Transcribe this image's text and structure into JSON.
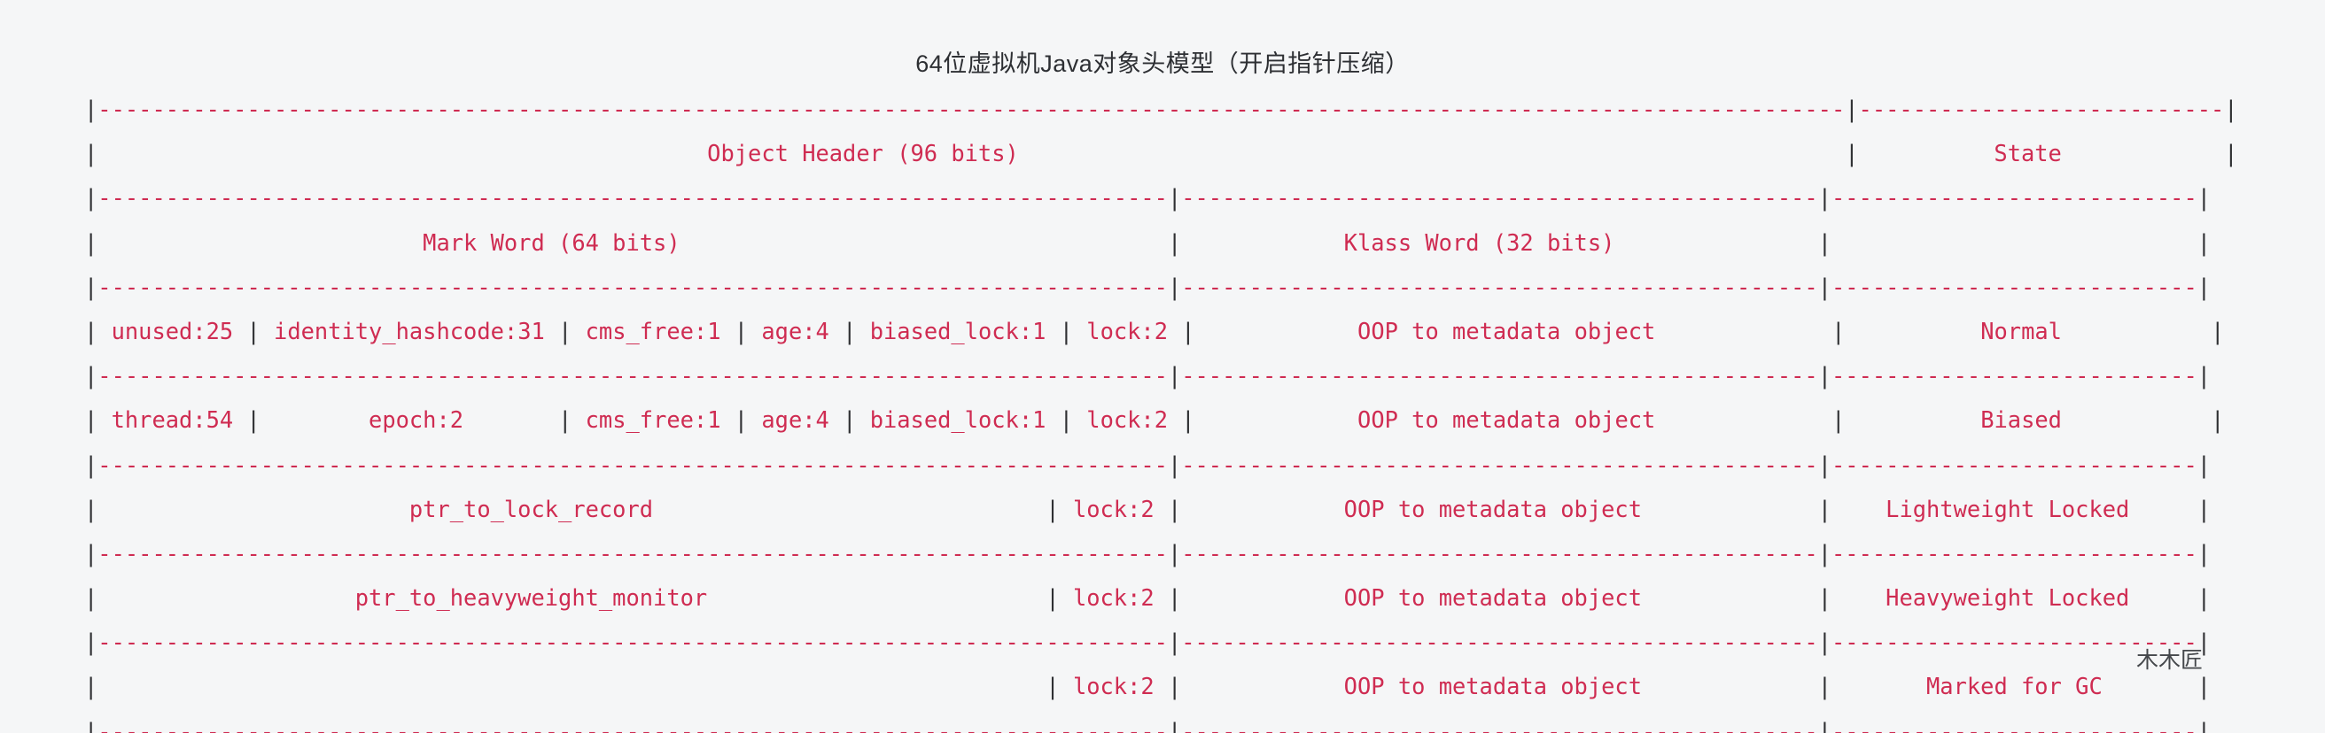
{
  "page": {
    "title": "64位虚拟机Java对象头模型（开启指针压缩）",
    "signature": "木木匠",
    "background_color": "#f5f6f7",
    "accent_color": "#cf2c52",
    "pipe_color": "#2f3033",
    "title_color": "#2d2f33"
  },
  "diagram": {
    "type": "ascii-table",
    "char_width": 14.52,
    "line_height": 50.2,
    "total_columns": 164,
    "headers": {
      "object_header": "Object Header (96 bits)",
      "state": "State",
      "mark_word": "Mark Word (64 bits)",
      "klass_word": "Klass Word (32 bits)"
    },
    "columns": [
      {
        "name": "mark_word",
        "label": "Mark Word (64 bits)",
        "start": 1,
        "end": 82
      },
      {
        "name": "klass_word",
        "label": "Klass Word (32 bits)",
        "start": 83,
        "end": 137
      },
      {
        "name": "state",
        "label": "State",
        "start": 138,
        "end": 163
      }
    ],
    "rows": [
      {
        "state": "Normal",
        "klass": "OOP to metadata object",
        "fields": [
          {
            "label": "unused:25",
            "bits": 25
          },
          {
            "label": "identity_hashcode:31",
            "bits": 31
          },
          {
            "label": "cms_free:1",
            "bits": 1
          },
          {
            "label": "age:4",
            "bits": 4
          },
          {
            "label": "biased_lock:1",
            "bits": 1
          },
          {
            "label": "lock:2",
            "bits": 2
          }
        ]
      },
      {
        "state": "Biased",
        "klass": "OOP to metadata object",
        "fields": [
          {
            "label": "thread:54",
            "bits": 54
          },
          {
            "label": "epoch:2",
            "bits": 2
          },
          {
            "label": "cms_free:1",
            "bits": 1
          },
          {
            "label": "age:4",
            "bits": 4
          },
          {
            "label": "biased_lock:1",
            "bits": 1
          },
          {
            "label": "lock:2",
            "bits": 2
          }
        ]
      },
      {
        "state": "Lightweight Locked",
        "klass": "OOP to metadata object",
        "fields": [
          {
            "label": "ptr_to_lock_record",
            "bits": 62
          },
          {
            "label": "lock:2",
            "bits": 2
          }
        ]
      },
      {
        "state": "Heavyweight Locked",
        "klass": "OOP to metadata object",
        "fields": [
          {
            "label": "ptr_to_heavyweight_monitor",
            "bits": 62
          },
          {
            "label": "lock:2",
            "bits": 2
          }
        ]
      },
      {
        "state": "Marked for GC",
        "klass": "OOP to metadata object",
        "fields": [
          {
            "label": "",
            "bits": 62
          },
          {
            "label": "lock:2",
            "bits": 2
          }
        ]
      }
    ],
    "lines": [
      {
        "name": "rule-top",
        "kind": "rule",
        "text": "|---------------------------------------------------------------------------------------------------------------------------------|---------------------------|"
      },
      {
        "name": "row-object-header",
        "kind": "content",
        "text": "|                                             Object Header (96 bits)                                                             |          State            |"
      },
      {
        "name": "rule-1",
        "kind": "rule",
        "text": "|-------------------------------------------------------------------------------|-----------------------------------------------|---------------------------|"
      },
      {
        "name": "row-words",
        "kind": "content",
        "text": "|                        Mark Word (64 bits)                                    |            Klass Word (32 bits)               |                           |"
      },
      {
        "name": "rule-2",
        "kind": "rule",
        "text": "|-------------------------------------------------------------------------------|-----------------------------------------------|---------------------------|"
      },
      {
        "name": "row-normal",
        "kind": "content",
        "text": "| unused:25 | identity_hashcode:31 | cms_free:1 | age:4 | biased_lock:1 | lock:2 |            OOP to metadata object             |          Normal           |"
      },
      {
        "name": "rule-3",
        "kind": "rule",
        "text": "|-------------------------------------------------------------------------------|-----------------------------------------------|---------------------------|"
      },
      {
        "name": "row-biased",
        "kind": "content",
        "text": "| thread:54 |        epoch:2       | cms_free:1 | age:4 | biased_lock:1 | lock:2 |            OOP to metadata object             |          Biased           |"
      },
      {
        "name": "rule-4",
        "kind": "rule",
        "text": "|-------------------------------------------------------------------------------|-----------------------------------------------|---------------------------|"
      },
      {
        "name": "row-lightweight",
        "kind": "content",
        "text": "|                       ptr_to_lock_record                             | lock:2 |            OOP to metadata object             |    Lightweight Locked     |"
      },
      {
        "name": "rule-5",
        "kind": "rule",
        "text": "|-------------------------------------------------------------------------------|-----------------------------------------------|---------------------------|"
      },
      {
        "name": "row-heavyweight",
        "kind": "content",
        "text": "|                   ptr_to_heavyweight_monitor                         | lock:2 |            OOP to metadata object             |    Heavyweight Locked     |"
      },
      {
        "name": "rule-6",
        "kind": "rule",
        "text": "|-------------------------------------------------------------------------------|-----------------------------------------------|---------------------------|"
      },
      {
        "name": "row-gc",
        "kind": "content",
        "text": "|                                                                      | lock:2 |            OOP to metadata object             |       Marked for GC       |"
      },
      {
        "name": "rule-bottom",
        "kind": "rule",
        "text": "|-------------------------------------------------------------------------------|-----------------------------------------------|---------------------------|"
      }
    ]
  }
}
